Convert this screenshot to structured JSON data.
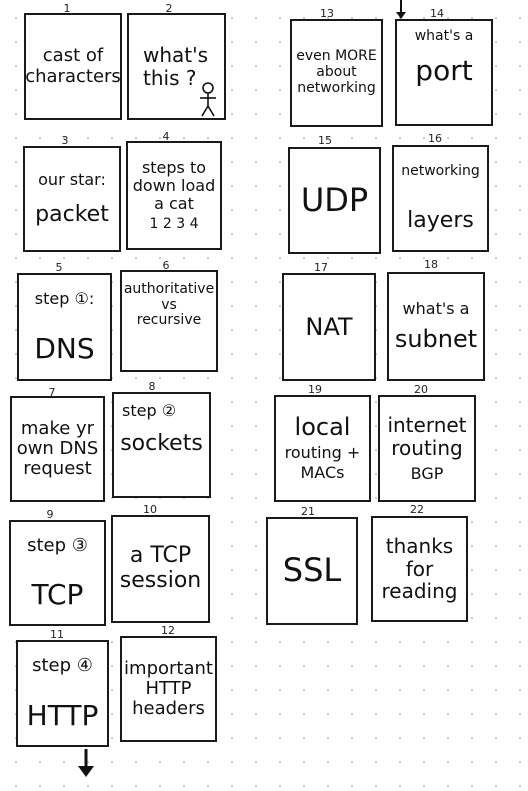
{
  "cards": [
    {
      "number": "1",
      "text": "cast of\ncharacters"
    },
    {
      "number": "2",
      "text": "what's\nthis ?"
    },
    {
      "number": "3",
      "text": "our star:",
      "sub": "packet"
    },
    {
      "number": "4",
      "text": "steps to\ndown load\na cat",
      "sub": "1 2 3 4"
    },
    {
      "number": "5",
      "text": "step ①:",
      "sub": "DNS"
    },
    {
      "number": "6",
      "text": "authoritative\nvs\nrecursive"
    },
    {
      "number": "7",
      "text": "make yr\nown DNS\nrequest"
    },
    {
      "number": "8",
      "text": "step ②",
      "sub": "sockets"
    },
    {
      "number": "9",
      "text": "step ③",
      "sub": "TCP"
    },
    {
      "number": "10",
      "text": "a TCP\nsession"
    },
    {
      "number": "11",
      "text": "step ④",
      "sub": "HTTP"
    },
    {
      "number": "12",
      "text": "important\nHTTP\nheaders"
    },
    {
      "number": "13",
      "text": "even MORE\nabout\nnetworking"
    },
    {
      "number": "14",
      "text": "what's a",
      "sub": "port"
    },
    {
      "number": "15",
      "text": "UDP"
    },
    {
      "number": "16",
      "text": "networking",
      "sub": "layers"
    },
    {
      "number": "17",
      "text": "NAT"
    },
    {
      "number": "18",
      "text": "what's a",
      "sub": "subnet"
    },
    {
      "number": "19",
      "text": "local",
      "sub": "routing +\nMACs"
    },
    {
      "number": "20",
      "text": "internet\nrouting",
      "sub": "BGP"
    },
    {
      "number": "21",
      "text": "SSL"
    },
    {
      "number": "22",
      "text": "thanks\nfor\nreading"
    }
  ]
}
